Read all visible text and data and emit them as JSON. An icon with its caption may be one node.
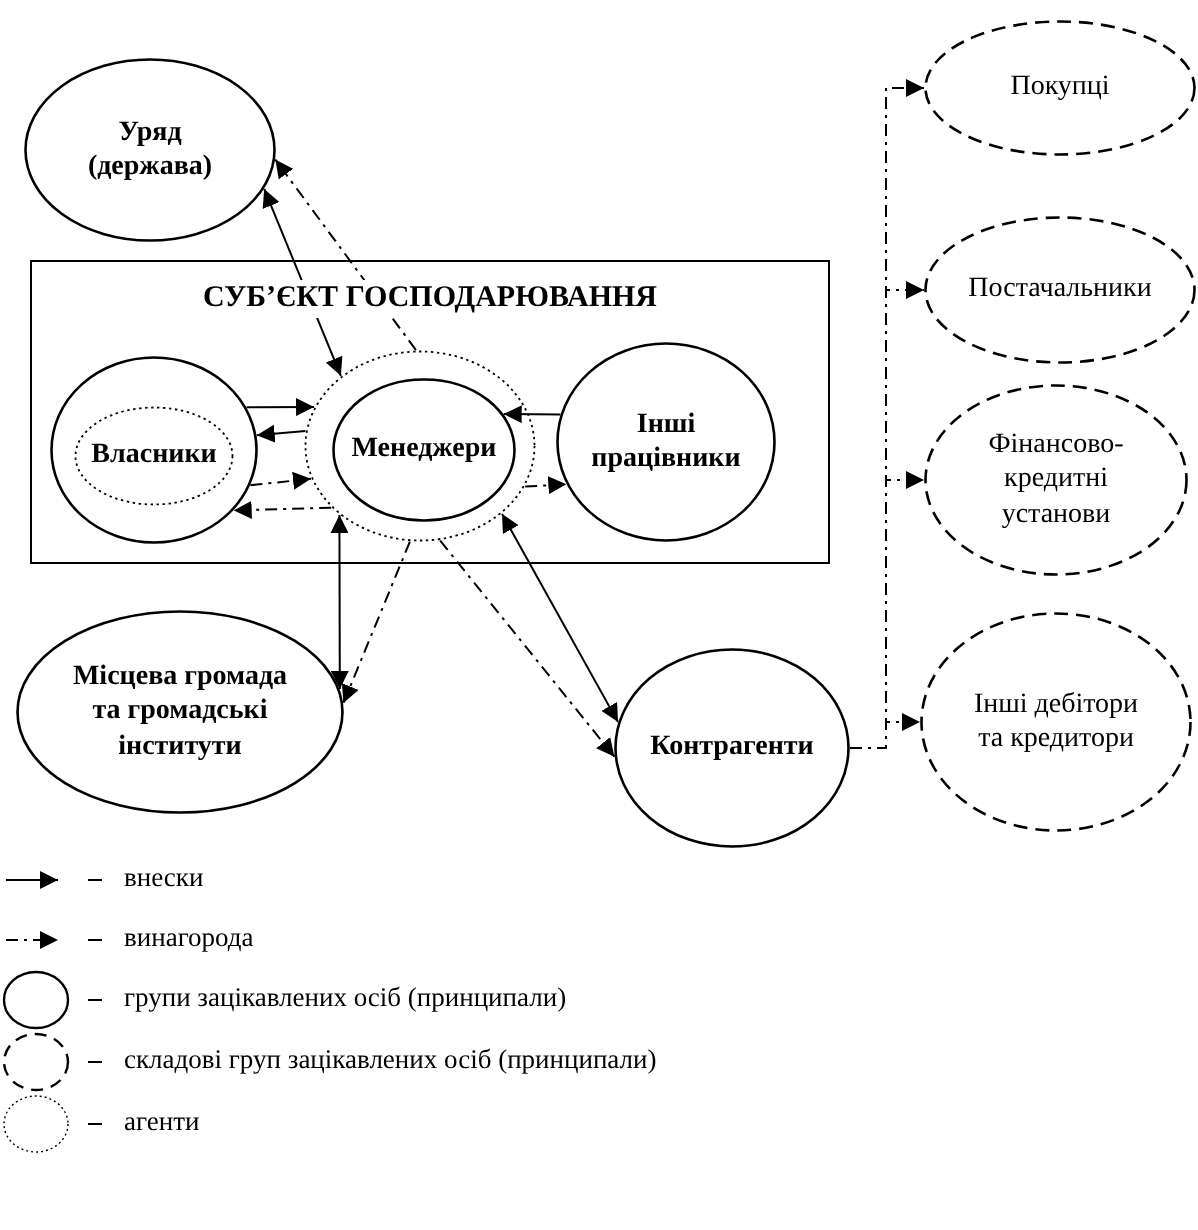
{
  "diagram": {
    "nodes": [
      {
        "text": [
          "Уряд (держава)"
        ]
      },
      {
        "text": [
          "СУБ’ЄКТ ГОСПОДАРЮВАННЯ"
        ]
      },
      {
        "text": [],
        "shape": "circle",
        "in": 1
      },
      {
        "text": [
          "Власники"
        ],
        "in": 2
      },
      {
        "text": [],
        "shape": "circle",
        "in": 1
      },
      {
        "text": [
          "Менеджери"
        ],
        "in": 4
      },
      {
        "text": [
          "Інші працівники"
        ],
        "in": 1
      },
      {
        "text": [
          "Місцева громада та громадські інститути"
        ]
      },
      {
        "text": [
          "Контрагенти"
        ]
      },
      {
        "text": [
          "Покупці"
        ]
      },
      {
        "text": [
          "Постачальники"
        ]
      },
      {
        "text": [
          "Фінансово-кредитні установи"
        ]
      },
      {
        "text": [
          "Інші дебітори та кредитори"
        ]
      }
    ],
    "edges": [
      {
        "from": 0,
        "to": 4,
        "arrow": "both"
      },
      {
        "from": 4,
        "to": 0,
        "arrow": "to",
        "style": "dashed"
      },
      {
        "from": 2,
        "to": 4,
        "arrow": "to"
      },
      {
        "from": 4,
        "to": 2,
        "arrow": "to"
      },
      {
        "from": 2,
        "to": 4,
        "arrow": "to",
        "style": "dashed"
      },
      {
        "from": 4,
        "to": 2,
        "arrow": "to",
        "style": "dashed"
      },
      {
        "from": 6,
        "to": 5,
        "arrow": "to"
      },
      {
        "from": 4,
        "to": 6,
        "arrow": "to",
        "style": "dashed"
      },
      {
        "from": 7,
        "to": 4,
        "arrow": "both"
      },
      {
        "from": 4,
        "to": 7,
        "arrow": "to",
        "style": "dashed"
      },
      {
        "from": 4,
        "to": 8,
        "arrow": "both"
      },
      {
        "from": 4,
        "to": 8,
        "arrow": "to",
        "style": "dashed"
      },
      {
        "from": 8,
        "to": 9,
        "arrow": "to",
        "style": "dashed"
      },
      {
        "from": 8,
        "to": 10,
        "arrow": "to",
        "style": "dashed"
      },
      {
        "from": 8,
        "to": 11,
        "arrow": "to",
        "style": "dashed"
      },
      {
        "from": 8,
        "to": 12,
        "arrow": "to",
        "style": "dashed"
      }
    ],
    "legend": [
      {
        "text": "внески"
      },
      {
        "text": "винагорода"
      },
      {
        "text": "групи зацікавлених осіб (принципали)"
      },
      {
        "text": "складові груп зацікавлених осіб (принципали)"
      },
      {
        "text": "агенти"
      }
    ]
  }
}
